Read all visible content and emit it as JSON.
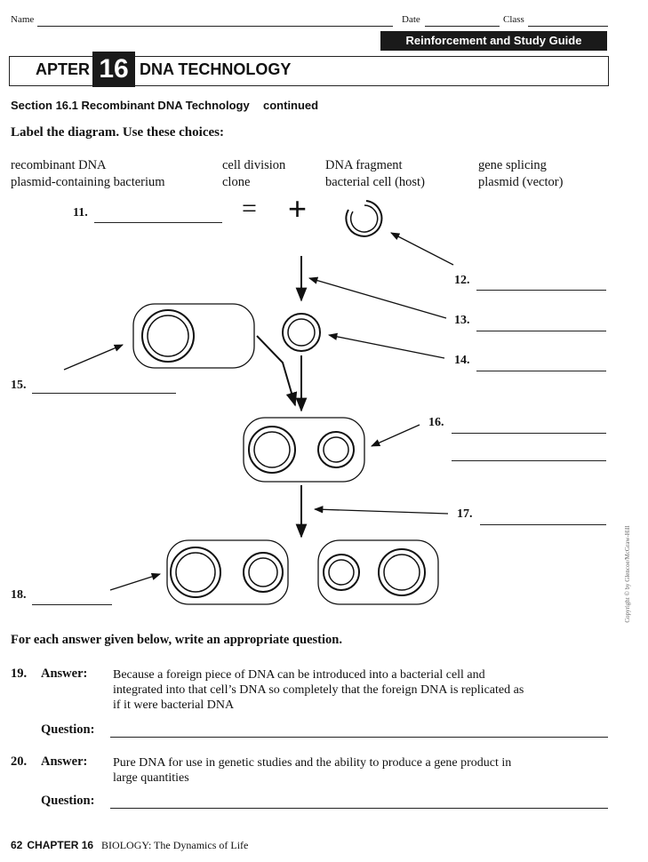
{
  "header": {
    "name_label": "Name",
    "date_label": "Date",
    "class_label": "Class",
    "banner": "Reinforcement and Study Guide",
    "chapter_word": "APTER",
    "chapter_number": "16",
    "chapter_title": "DNA TECHNOLOGY"
  },
  "section_title": "Section 16.1 Recombinant DNA Technology",
  "section_continued": "continued",
  "instructions": "Label the diagram. Use these choices:",
  "choices": {
    "col1": [
      "recombinant DNA",
      "plasmid-containing bacterium"
    ],
    "col2": [
      "cell division",
      "clone"
    ],
    "col3": [
      "DNA fragment",
      "bacterial cell (host)"
    ],
    "col4": [
      "gene splicing",
      "plasmid (vector)"
    ]
  },
  "diagram": {
    "equals": "=",
    "plus": "+",
    "labels": [
      "11.",
      "12.",
      "13.",
      "14.",
      "15.",
      "16.",
      "17.",
      "18."
    ]
  },
  "questions_intro": "For each answer given below, write an appropriate question.",
  "items": [
    {
      "number": "19.",
      "answer_label": "Answer:",
      "answer_lines": [
        "Because a foreign piece of DNA can be introduced into a bacterial cell and",
        "integrated into that cell’s DNA so completely that the foreign DNA is replicated as",
        "if it were bacterial DNA"
      ],
      "question_label": "Question:"
    },
    {
      "number": "20.",
      "answer_label": "Answer:",
      "answer_lines": [
        "Pure DNA for use in genetic studies and the ability to produce a gene product in",
        "large quantities"
      ],
      "question_label": "Question:"
    }
  ],
  "footer": {
    "page": "62",
    "chapter": "CHAPTER 16",
    "book": "BIOLOGY: The Dynamics of Life"
  },
  "copyright": "Copyright © by Glencoe/McGraw-Hill"
}
